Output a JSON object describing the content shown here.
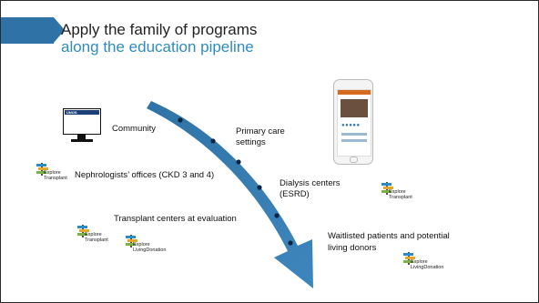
{
  "header": {
    "title": "Apply the family of programs",
    "subtitle": "along the education pipeline"
  },
  "pipeline_labels": {
    "community": "Community",
    "primary_care_line1": "Primary care",
    "primary_care_line2": "settings",
    "nephrologists": "Nephrologists’ offices (CKD 3 and 4)",
    "dialysis_line1": "Dialysis centers",
    "dialysis_line2": "(ESRD)",
    "transplant_centers": "Transplant centers at evaluation",
    "waitlisted_line1": "Waitlisted patients and potential",
    "waitlisted_line2": "living donors"
  },
  "logos": {
    "explore_transplant_line1": "Explore",
    "explore_transplant_line2": "Transplant",
    "explore_living_donation_line1": "Explore",
    "explore_living_donation_line2": "LivingDonation"
  },
  "monitor_screen_text": "UNOS",
  "colors": {
    "accent": "#2f73a6",
    "subtitle": "#2f8bbf",
    "arrow": "#3a7fb5"
  },
  "icons": [
    "monitor-icon",
    "smartphone-icon",
    "signpost-icon"
  ]
}
